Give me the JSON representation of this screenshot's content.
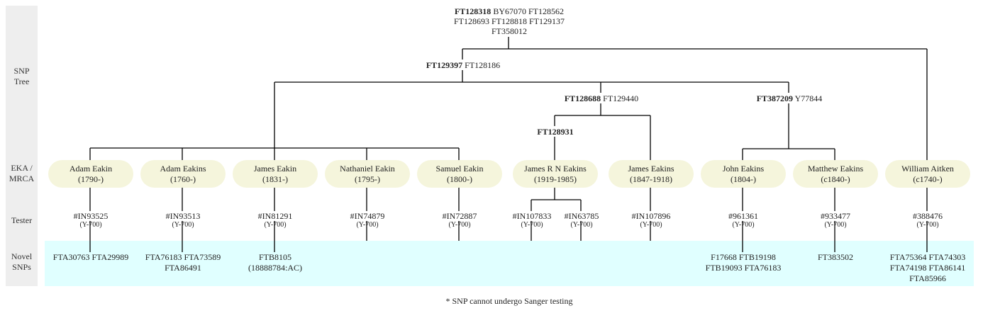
{
  "row_labels": {
    "snp_tree": [
      "SNP",
      "Tree"
    ],
    "eka": [
      "EKA /",
      "MRCA"
    ],
    "tester": [
      "Tester"
    ],
    "novel": [
      "Novel",
      "SNPs"
    ]
  },
  "colors": {
    "sidebar": "#eeeeee",
    "node_fill": "#f5f5dc",
    "novel_band": "#e0ffff",
    "line": "#000000"
  },
  "snp_nodes": [
    {
      "id": "root",
      "bold": "FT128318",
      "rest_lines": [
        " BY67070 FT128562",
        "FT128693 FT128818 FT129137",
        "FT358012"
      ]
    },
    {
      "id": "n1",
      "bold": "FT129397",
      "rest_lines": [
        " FT128186"
      ]
    },
    {
      "id": "n2",
      "bold": "FT128688",
      "rest_lines": [
        " FT129440"
      ]
    },
    {
      "id": "n3",
      "bold": "FT387209",
      "rest_lines": [
        " Y77844"
      ]
    },
    {
      "id": "n4",
      "bold": "FT128931",
      "rest_lines": [
        ""
      ]
    }
  ],
  "ancestors": [
    {
      "name": "Adam Eakin",
      "dates": "(1790-)"
    },
    {
      "name": "Adam Eakins",
      "dates": "(1760-)"
    },
    {
      "name": "James Eakin",
      "dates": "(1831-)"
    },
    {
      "name": "Nathaniel Eakin",
      "dates": "(1795-)"
    },
    {
      "name": "Samuel Eakin",
      "dates": "(1800-)"
    },
    {
      "name": "James R N Eakins",
      "dates": "(1919-1985)"
    },
    {
      "name": "James Eakins",
      "dates": "(1847-1918)"
    },
    {
      "name": "John Eakins",
      "dates": "(1804-)"
    },
    {
      "name": "Matthew Eakins",
      "dates": "(c1840-)"
    },
    {
      "name": "William Aitken",
      "dates": "(c1740-)"
    }
  ],
  "testers": [
    {
      "id": "#IN93525",
      "kit": "(Y-700)"
    },
    {
      "id": "#IN93513",
      "kit": "(Y-700)"
    },
    {
      "id": "#IN81291",
      "kit": "(Y-700)"
    },
    {
      "id": "#IN74879",
      "kit": "(Y-700)"
    },
    {
      "id": "#IN72887",
      "kit": "(Y-700)"
    },
    {
      "id": "#IN107833",
      "kit": "(Y-700)"
    },
    {
      "id": "#IN63785",
      "kit": "(Y-700)"
    },
    {
      "id": "#IN107896",
      "kit": "(Y-700)"
    },
    {
      "id": "#961361",
      "kit": "(Y-700)"
    },
    {
      "id": "#933477",
      "kit": "(Y-700)"
    },
    {
      "id": "#388476",
      "kit": "(Y-700)"
    }
  ],
  "novel_snps": [
    {
      "lines": [
        "FTA30763 FTA29989"
      ]
    },
    {
      "lines": [
        "FTA76183 FTA73589",
        "FTA86491"
      ]
    },
    {
      "lines": [
        "FTB8105",
        "(18888784:AC)"
      ]
    },
    {
      "lines": [
        "F17668 FTB19198",
        "FTB19093 FTA76183"
      ]
    },
    {
      "lines": [
        "FT383502"
      ]
    },
    {
      "lines": [
        "FTA75364 FTA74303",
        "FTA74198 FTA86141",
        "FTA85966"
      ]
    }
  ],
  "footnote": "* SNP cannot undergo Sanger testing"
}
